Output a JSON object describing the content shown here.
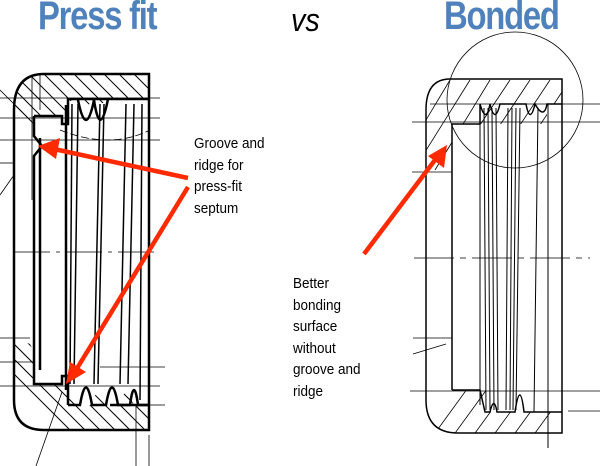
{
  "titles": {
    "left": "Press fit",
    "middle": "vs",
    "right": "Bonded"
  },
  "colors": {
    "title_blue": "#4f81bd",
    "arrow_red": "#ff2a00",
    "line": "#000000"
  },
  "callouts": {
    "press_fit": {
      "lines": [
        "Groove and",
        "ridge for",
        "press-fit",
        "septum"
      ]
    },
    "bonded": {
      "lines": [
        "Better",
        "bonding",
        "surface",
        "without",
        "groove and",
        "ridge"
      ]
    }
  },
  "drawings": {
    "left": "press-fit-septum-cap-cross-section",
    "right": "bonded-septum-cap-cross-section"
  }
}
